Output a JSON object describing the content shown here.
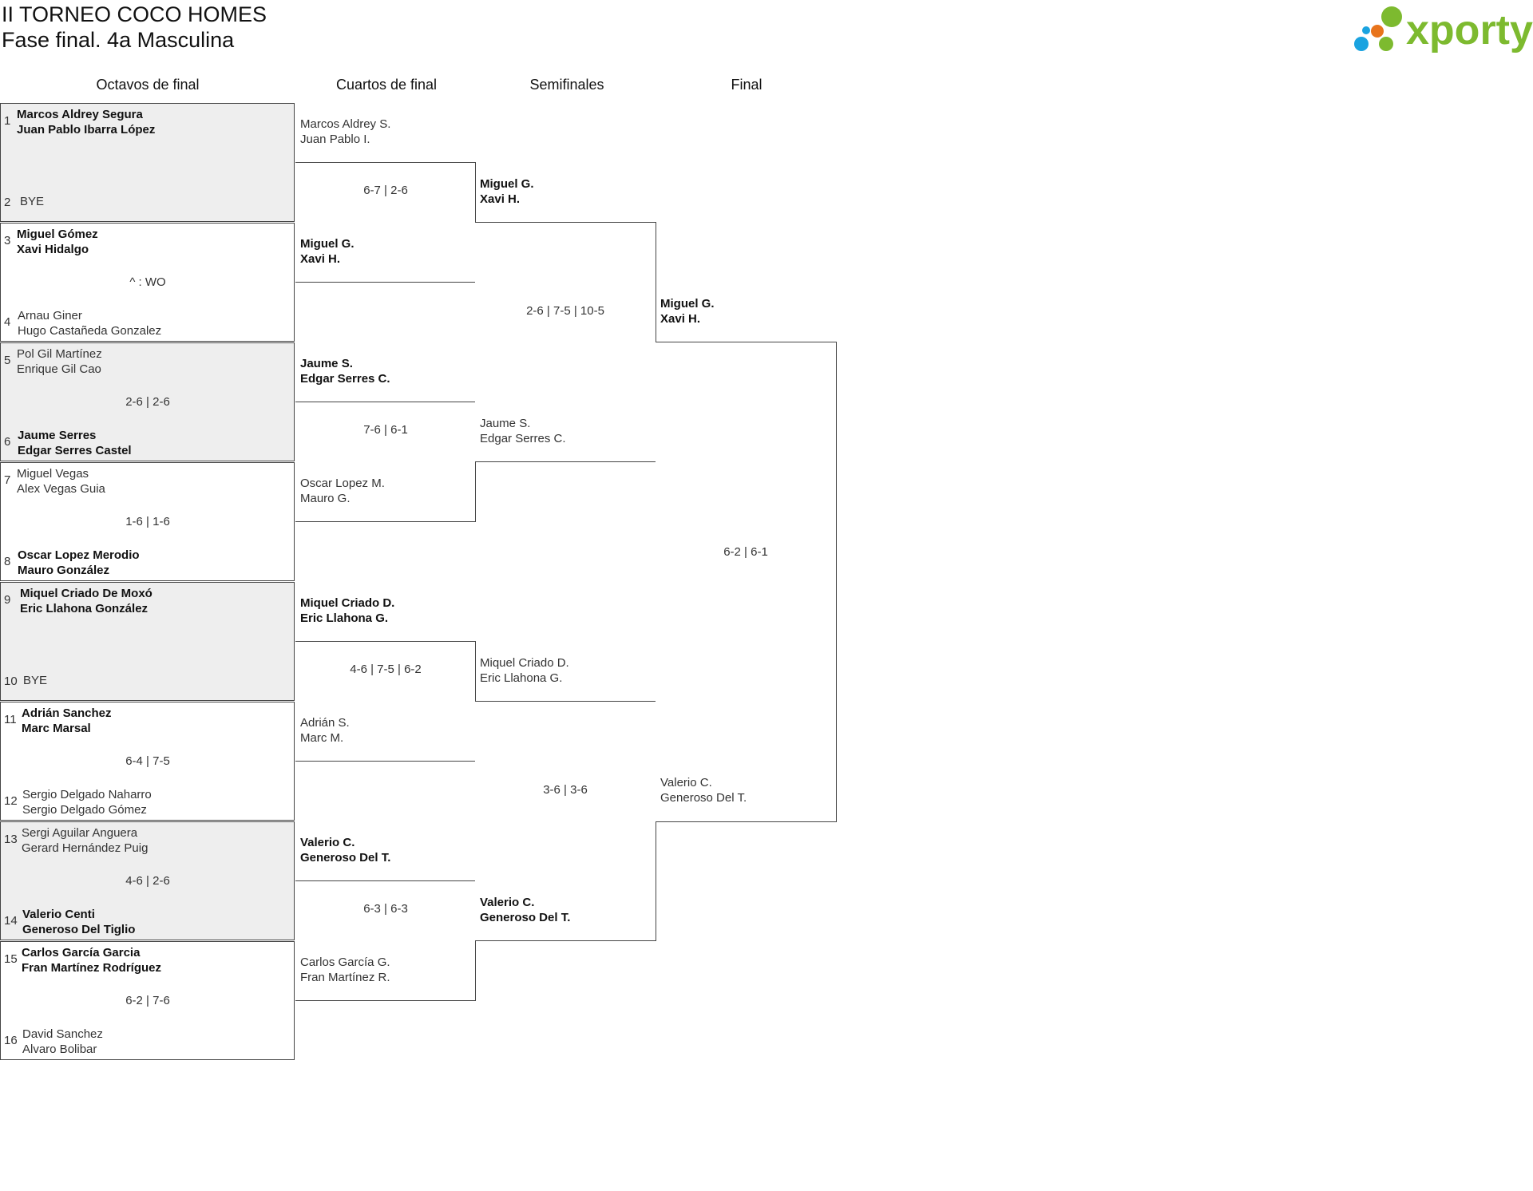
{
  "header": {
    "title": "II TORNEO COCO HOMES",
    "subtitle": "Fase final. 4a Masculina"
  },
  "logo": {
    "text": "xporty",
    "colors": {
      "green": "#7dba2f",
      "orange": "#e8741c",
      "blue": "#1aa3e0"
    }
  },
  "rounds": [
    "Octavos de final",
    "Cuartos de final",
    "Semifinales",
    "Final"
  ],
  "octavos": [
    {
      "seeds": [
        "1",
        "2"
      ],
      "top": [
        "Marcos Aldrey Segura",
        "Juan Pablo Ibarra López"
      ],
      "bottom": "BYE",
      "score": "",
      "winner": "top"
    },
    {
      "seeds": [
        "3",
        "4"
      ],
      "top": [
        "Miguel Gómez",
        "Xavi Hidalgo"
      ],
      "bottom": [
        "Arnau Giner",
        "Hugo Castañeda Gonzalez"
      ],
      "score": "^ : WO",
      "winner": "top"
    },
    {
      "seeds": [
        "5",
        "6"
      ],
      "top": [
        "Pol Gil Martínez",
        "Enrique Gil Cao"
      ],
      "bottom": [
        "Jaume Serres",
        "Edgar Serres Castel"
      ],
      "score": "2-6 | 2-6",
      "winner": "bottom"
    },
    {
      "seeds": [
        "7",
        "8"
      ],
      "top": [
        "Miguel Vegas",
        "Alex Vegas Guia"
      ],
      "bottom": [
        "Oscar Lopez Merodio",
        "Mauro González"
      ],
      "score": "1-6 | 1-6",
      "winner": "bottom"
    },
    {
      "seeds": [
        "9",
        "10"
      ],
      "top": [
        "Miquel Criado De Moxó",
        "Eric Llahona González"
      ],
      "bottom": "BYE",
      "score": "",
      "winner": "top"
    },
    {
      "seeds": [
        "11",
        "12"
      ],
      "top": [
        "Adrián Sanchez",
        "Marc Marsal"
      ],
      "bottom": [
        "Sergio Delgado Naharro",
        "Sergio Delgado Gómez"
      ],
      "score": "6-4 | 7-5",
      "winner": "top"
    },
    {
      "seeds": [
        "13",
        "14"
      ],
      "top": [
        "Sergi Aguilar Anguera",
        "Gerard Hernández Puig"
      ],
      "bottom": [
        "Valerio Centi",
        "Generoso Del Tiglio"
      ],
      "score": "4-6 | 2-6",
      "winner": "bottom"
    },
    {
      "seeds": [
        "15",
        "16"
      ],
      "top": [
        "Carlos García Garcia",
        "Fran Martínez Rodríguez"
      ],
      "bottom": [
        "David Sanchez",
        "Alvaro Bolibar"
      ],
      "score": "6-2 | 7-6",
      "winner": "top"
    }
  ],
  "cuartos": [
    {
      "top": [
        "Marcos Aldrey S.",
        "Juan Pablo I."
      ],
      "bottom": [
        "Miguel G.",
        "Xavi H."
      ],
      "score": "6-7 | 2-6",
      "winner": "bottom"
    },
    {
      "top": [
        "Jaume S.",
        "Edgar Serres C."
      ],
      "bottom": [
        "Oscar Lopez M.",
        "Mauro G."
      ],
      "score": "7-6 | 6-1",
      "winner": "top"
    },
    {
      "top": [
        "Miquel Criado D.",
        "Eric Llahona G."
      ],
      "bottom": [
        "Adrián S.",
        "Marc M."
      ],
      "score": "4-6 | 7-5 | 6-2",
      "winner": "top"
    },
    {
      "top": [
        "Valerio C.",
        "Generoso Del T."
      ],
      "bottom": [
        "Carlos García G.",
        "Fran Martínez R."
      ],
      "score": "6-3 | 6-3",
      "winner": "top"
    }
  ],
  "semis": [
    {
      "top": [
        "Miguel G.",
        "Xavi H."
      ],
      "bottom": [
        "Jaume S.",
        "Edgar Serres C."
      ],
      "score": "2-6 | 7-5 | 10-5",
      "winner": "top"
    },
    {
      "top": [
        "Miquel Criado D.",
        "Eric Llahona G."
      ],
      "bottom": [
        "Valerio C.",
        "Generoso Del T."
      ],
      "score": "3-6 | 3-6",
      "winner": "bottom"
    }
  ],
  "final": {
    "top": [
      "Miguel G.",
      "Xavi H."
    ],
    "bottom": [
      "Valerio C.",
      "Generoso Del T."
    ],
    "score": "6-2 | 6-1",
    "winner": "top"
  }
}
